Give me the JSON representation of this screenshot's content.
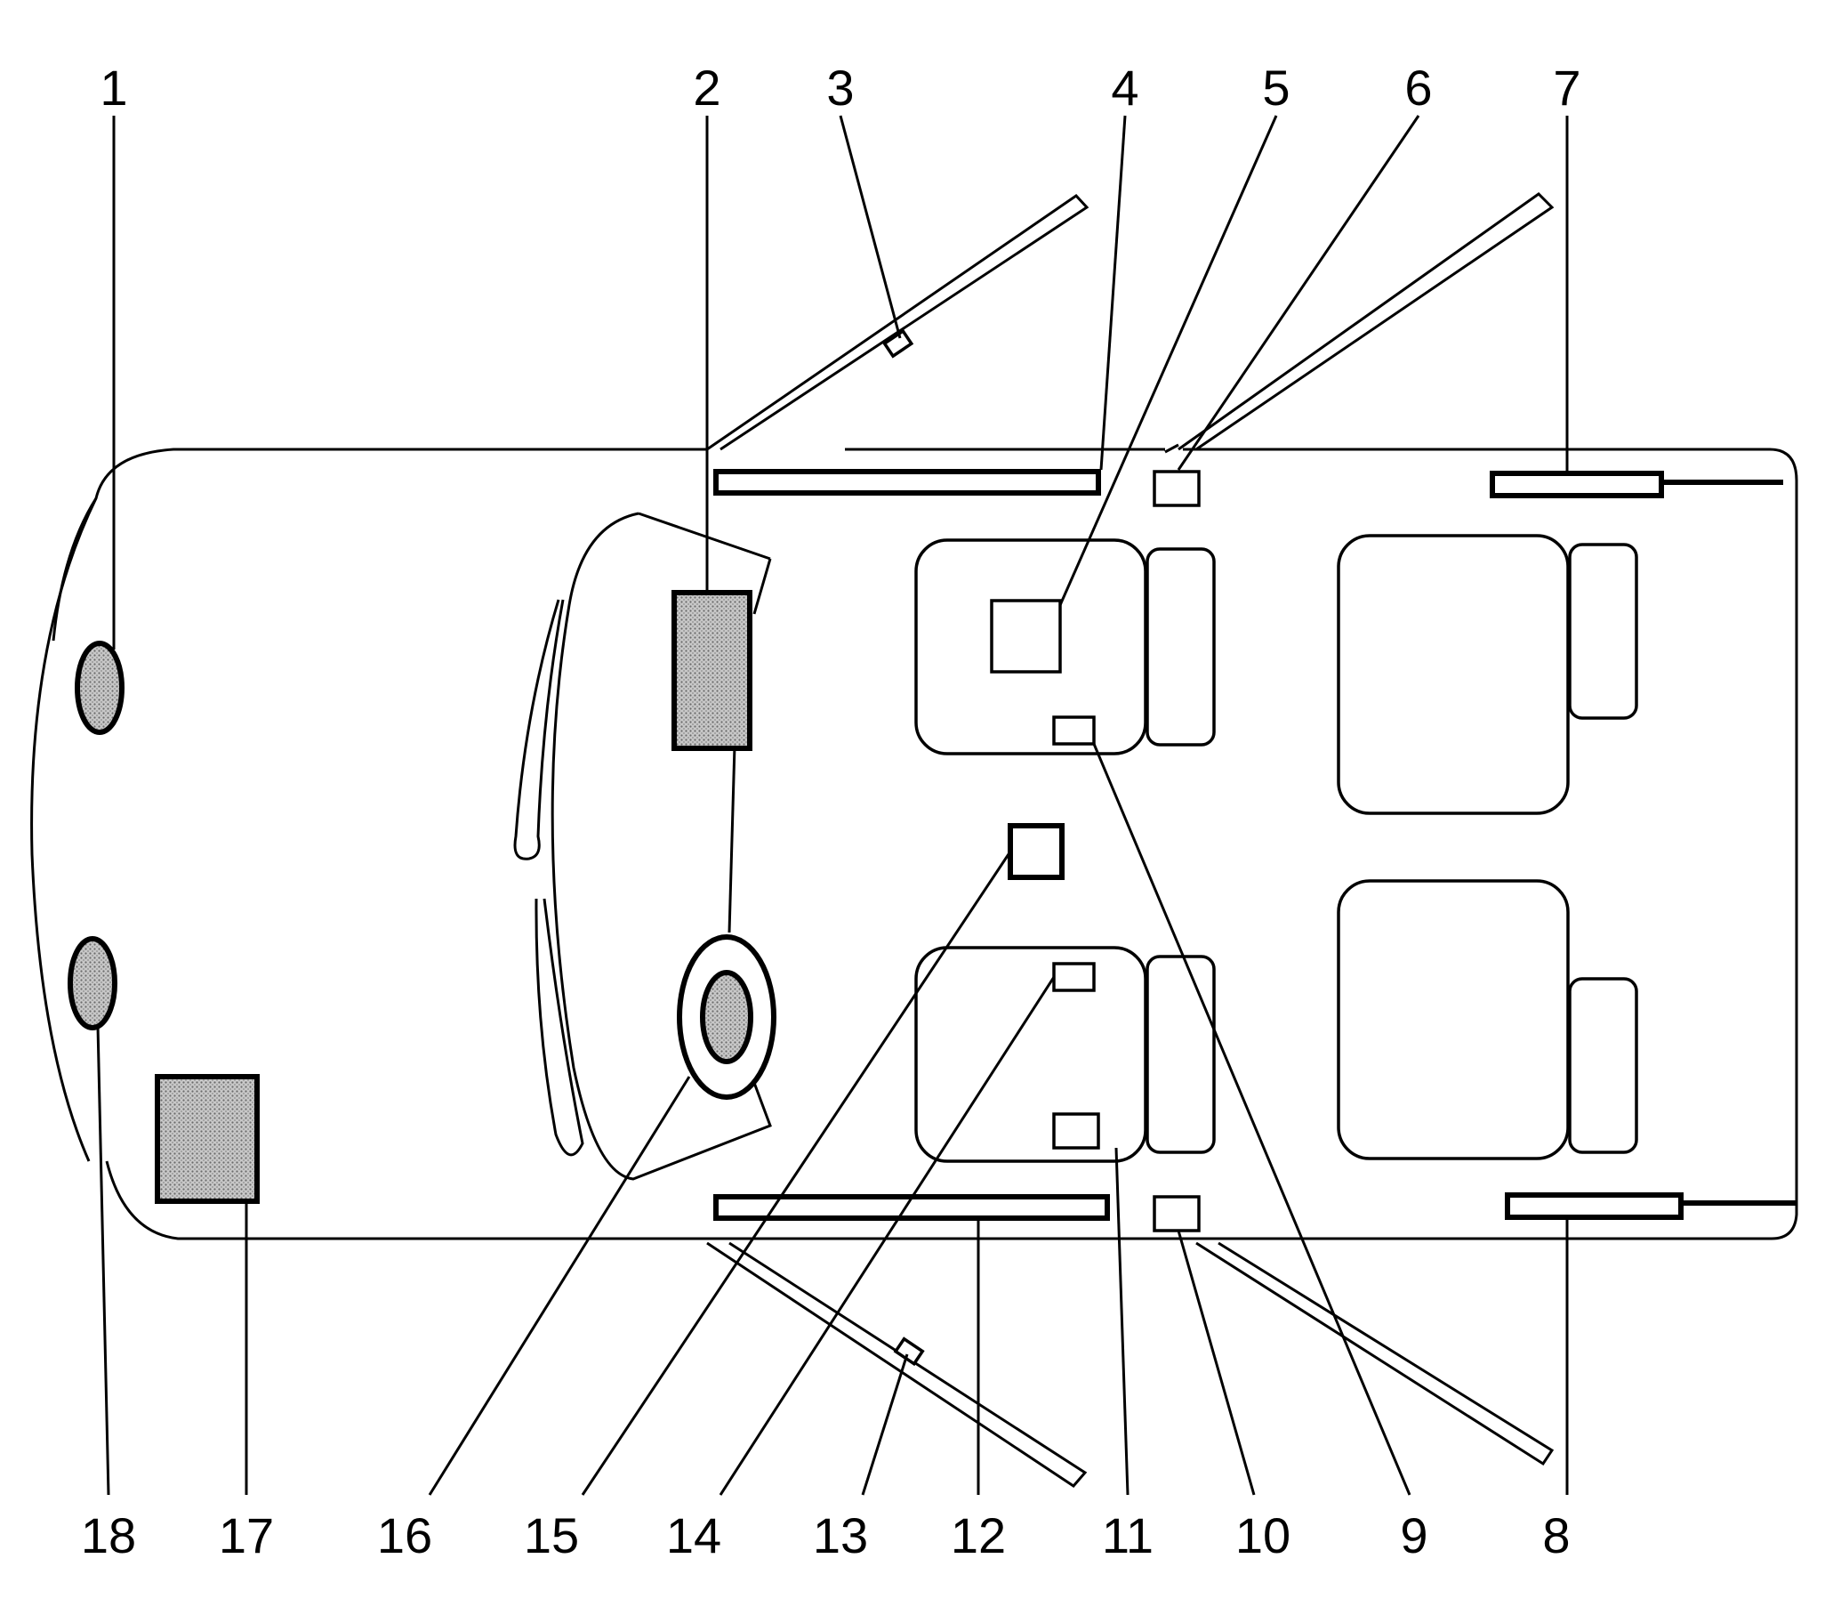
{
  "diagram": {
    "callouts_top": [
      "1",
      "2",
      "3",
      "4",
      "5",
      "6",
      "7"
    ],
    "callouts_bottom": [
      "18",
      "17",
      "16",
      "15",
      "14",
      "13",
      "12",
      "11",
      "10",
      "9",
      "8"
    ]
  },
  "colors": {
    "line": "#000000",
    "background": "#ffffff",
    "shade": "#b8b8b8"
  }
}
